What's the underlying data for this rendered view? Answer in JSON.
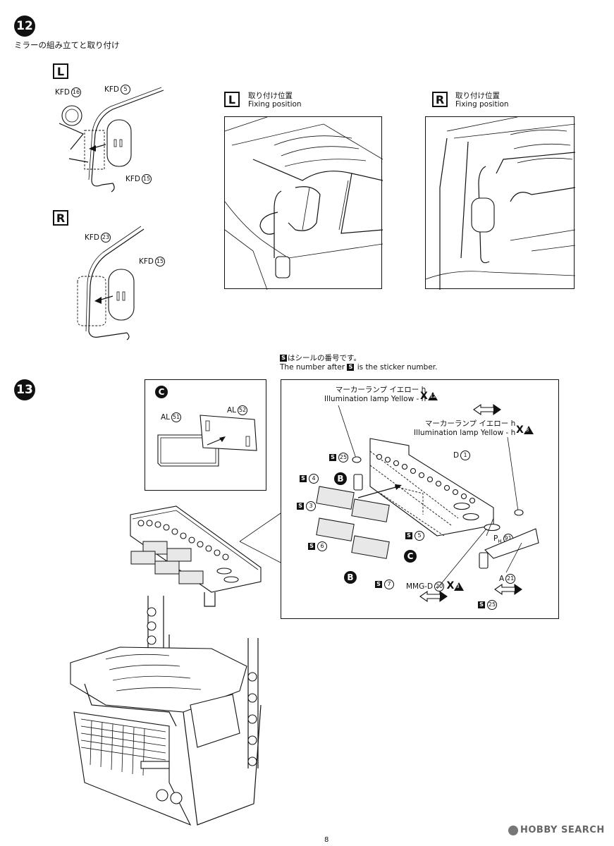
{
  "step12": {
    "number": "12",
    "title": "ミラーの組み立てと取り付け",
    "left": {
      "side": "L",
      "parts": [
        "KFD",
        "16",
        "KFD",
        "5",
        "KFD",
        "15"
      ]
    },
    "right": {
      "side": "R",
      "parts": [
        "KFD",
        "23",
        "KFD",
        "15"
      ]
    },
    "fixing_left": {
      "side": "L",
      "ja": "取り付け位置",
      "en": "Fixing position"
    },
    "fixing_right": {
      "side": "R",
      "ja": "取り付け位置",
      "en": "Fixing position"
    }
  },
  "sticker_note": {
    "badge": "S",
    "ja_suffix": "はシールの番号です。",
    "en_prefix": "The number after",
    "en_suffix": "is the sticker number."
  },
  "step13": {
    "number": "13",
    "boxC": {
      "letter": "C",
      "part1": "AL",
      "part1_num": "51",
      "part2": "AL",
      "part2_num": "52"
    },
    "detail": {
      "lamp1_ja": "マーカーランプ イエロー h",
      "lamp1_en": "Illumination lamp Yellow - h",
      "lamp1_tri": "12",
      "lamp2_ja": "マーカーランプ イエロー h",
      "lamp2_en": "Illumination lamp Yellow - h",
      "lamp2_tri": "8",
      "part_d": "D",
      "part_d_num": "1",
      "s25a": "25",
      "s4": "4",
      "s3": "3",
      "s5": "5",
      "s6": "6",
      "s7": "7",
      "letter_b1": "B",
      "letter_b2": "B",
      "letter_c": "C",
      "ph": "P",
      "ph_sub": "H",
      "ph_num": "91",
      "mmg": "MMG-D",
      "mmg_num": "20",
      "mmg_tri": "3",
      "part_a": "A",
      "part_a_num": "21",
      "s25b": "25"
    }
  },
  "footer": {
    "page": "8",
    "watermark": "HOBBY SEARCH"
  },
  "colors": {
    "ink": "#111111",
    "paper": "#ffffff"
  }
}
